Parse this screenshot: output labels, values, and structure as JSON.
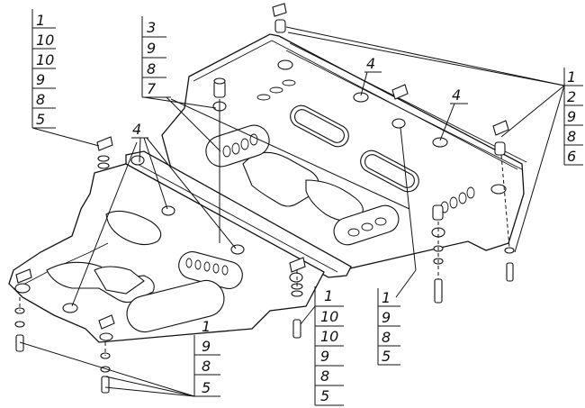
{
  "callouts": [
    {
      "id": "top-left",
      "labels": [
        "1",
        "10",
        "10",
        "9",
        "8",
        "5"
      ]
    },
    {
      "id": "upper-middle",
      "labels": [
        "3",
        "9",
        "8",
        "7"
      ]
    },
    {
      "id": "left-skid",
      "labels": [
        "4"
      ]
    },
    {
      "id": "top-center",
      "labels": [
        "4"
      ]
    },
    {
      "id": "right-center",
      "labels": [
        "4"
      ]
    },
    {
      "id": "right-side",
      "labels": [
        "1",
        "2",
        "9",
        "8",
        "6"
      ]
    },
    {
      "id": "bottom-right-mid",
      "labels": [
        "1",
        "9",
        "8",
        "5"
      ]
    },
    {
      "id": "center-bolt",
      "labels": [
        "1",
        "10",
        "10",
        "9",
        "8",
        "5"
      ]
    },
    {
      "id": "bottom-left",
      "labels": [
        "1",
        "9",
        "8",
        "5"
      ]
    }
  ]
}
